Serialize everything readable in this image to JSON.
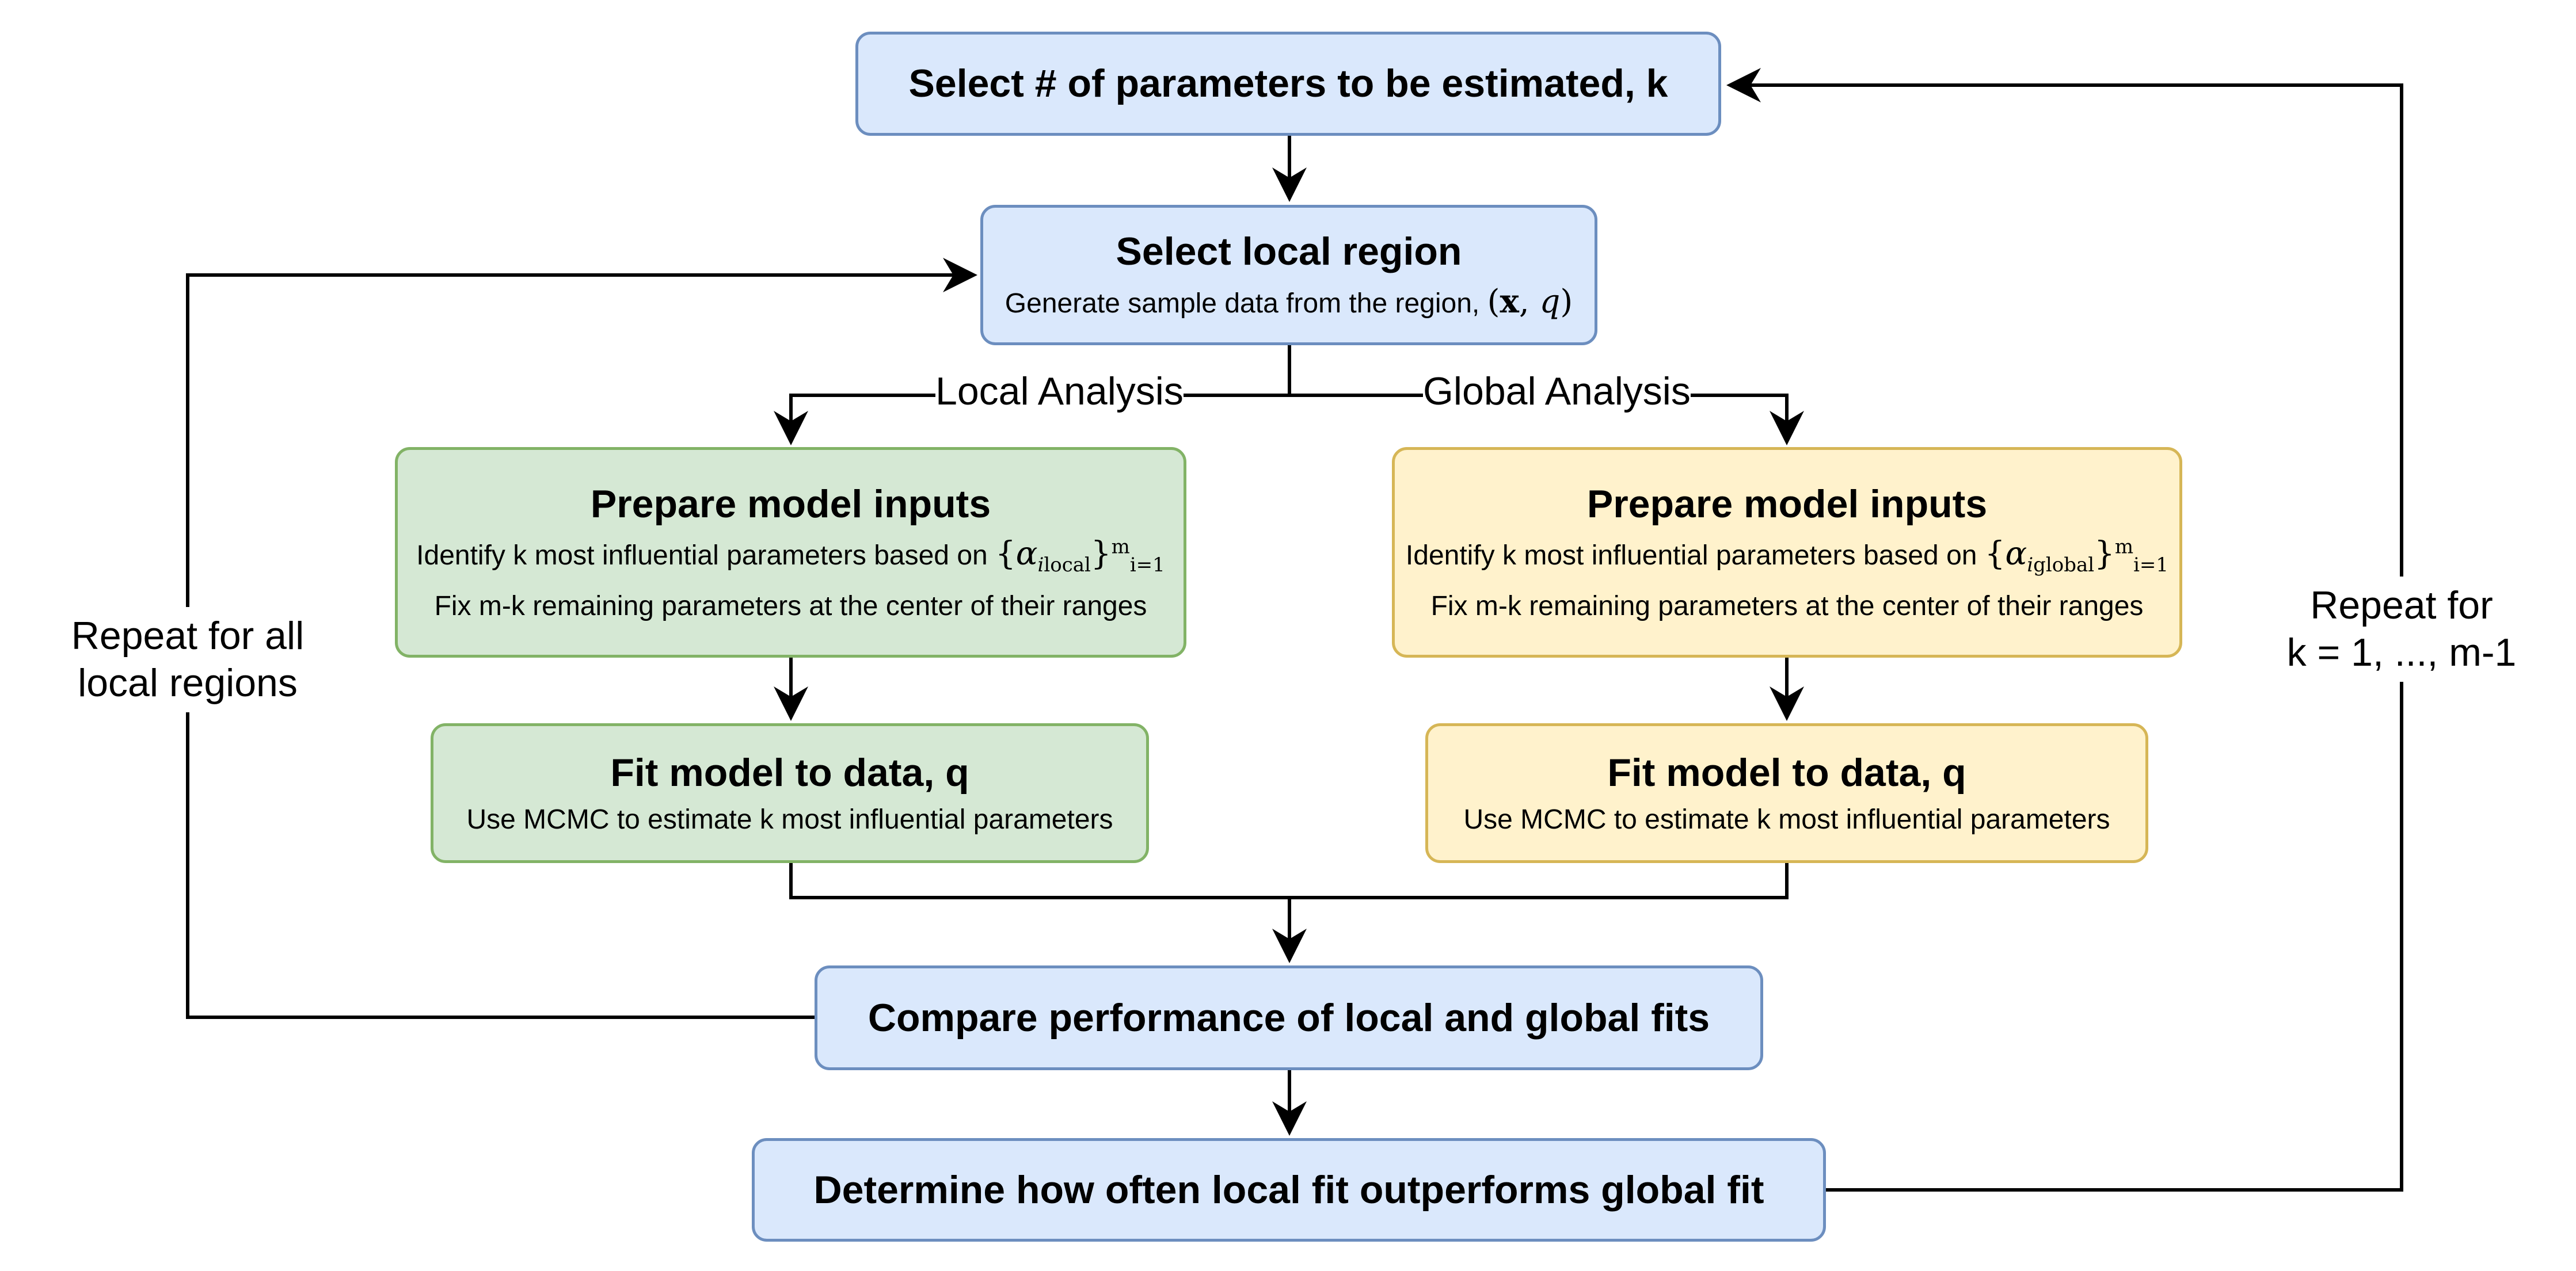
{
  "nodes": {
    "select_k": {
      "title": "Select # of parameters to be estimated, k"
    },
    "select_region": {
      "title": "Select local region",
      "subtitle": "Generate sample data from the region,",
      "math": "(x, q)"
    },
    "prepare_local": {
      "title": "Prepare model inputs",
      "line1": "Identify k most influential parameters based on",
      "math_symbol": "α",
      "math_index": "i",
      "math_scope": "local",
      "math_sup": "m",
      "math_sub": "i=1",
      "line2": "Fix m-k remaining parameters at the center of their ranges"
    },
    "prepare_global": {
      "title": "Prepare model inputs",
      "line1": "Identify k most influential parameters based on",
      "math_symbol": "α",
      "math_index": "i",
      "math_scope": "global",
      "math_sup": "m",
      "math_sub": "i=1",
      "line2": "Fix m-k remaining parameters at the center of their ranges"
    },
    "fit_local": {
      "title": "Fit model to data, q",
      "subtitle": "Use MCMC to estimate k most influential parameters"
    },
    "fit_global": {
      "title": "Fit model to data, q",
      "subtitle": "Use MCMC to estimate k most influential parameters"
    },
    "compare": {
      "title": "Compare performance of local and global fits"
    },
    "determine": {
      "title": "Determine how often local fit outperforms global fit"
    }
  },
  "edge_labels": {
    "local_analysis": "Local Analysis",
    "global_analysis": "Global Analysis",
    "repeat_regions": [
      "Repeat for all",
      "local regions"
    ],
    "repeat_k": [
      "Repeat for",
      "k = 1, ..., m-1"
    ]
  },
  "colors": {
    "blue_fill": "#dae8fc",
    "blue_stroke": "#6c8ebf",
    "green_fill": "#d5e8d4",
    "green_stroke": "#82b366",
    "yellow_fill": "#fff2cc",
    "yellow_stroke": "#d6b656",
    "edge": "#000000"
  }
}
